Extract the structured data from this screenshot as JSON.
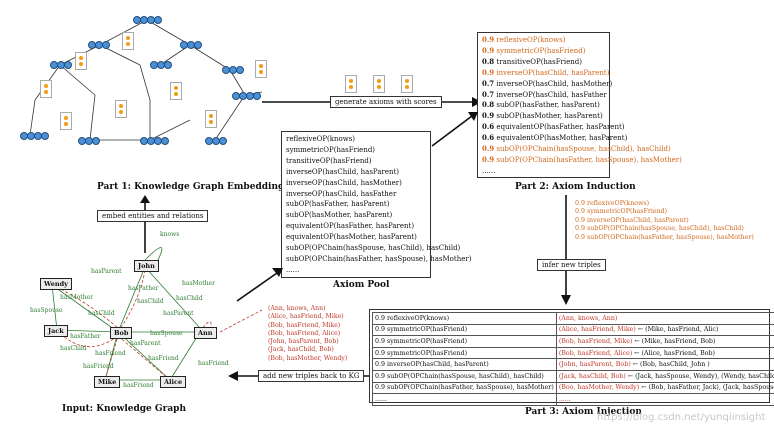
{
  "part1": {
    "title": "Part 1: Knowledge Graph Embedding"
  },
  "part2": {
    "title": "Part 2: Axiom Induction",
    "axioms": [
      {
        "score": "0.9",
        "text": "reflexiveOP(knows)",
        "highlight": true
      },
      {
        "score": "0.9",
        "text": "symmetricOP(hasFriend)",
        "highlight": true
      },
      {
        "score": "0.8",
        "text": "transitiveOP(hasFriend)",
        "highlight": false
      },
      {
        "score": "0.9",
        "text": "inverseOP(hasChild, hasParent)",
        "highlight": true
      },
      {
        "score": "0.7",
        "text": "inverseOP(hasChild, hasMother)",
        "highlight": false
      },
      {
        "score": "0.7",
        "text": "inverseOP(hasChild, hasFather",
        "highlight": false
      },
      {
        "score": "0.8",
        "text": "subOP(hasFather, hasParent)",
        "highlight": false
      },
      {
        "score": "0.9",
        "text": "subOP(hasMother, hasParent)",
        "highlight": false
      },
      {
        "score": "0.6",
        "text": "equivalentOP(hasFather, hasParent)",
        "highlight": false
      },
      {
        "score": "0.6",
        "text": "equivalentOP(hasMother, hasParent)",
        "highlight": false
      },
      {
        "score": "0.9",
        "text": "subOP(OPChain(hasSpouse, hasChild), hasChild)",
        "highlight": true
      },
      {
        "score": "0.9",
        "text": "subOP(OPChain(hasFather, hasSpouse), hasMother)",
        "highlight": true
      }
    ],
    "ellipsis": "......"
  },
  "axiom_pool": {
    "title": "Axiom Pool",
    "items": [
      "reflexiveOP(knows)",
      "symmetricOP(hasFriend)",
      "transitiveOP(hasFriend)",
      "inverseOP(hasChild, hasParent)",
      "inverseOP(hasChild, hasMother)",
      "inverseOP(hasChild, hasFather",
      "subOP(hasFather, hasParent)",
      "subOP(hasMother, hasParent)",
      "equivalentOP(hasFather, hasParent)",
      "equivalentOP(hasMother, hasParent)",
      "subOP(OPChain(hasSpouse, hasChild), hasChild)",
      "subOP(OPChain(hasFather, hasSpouse), hasMother)"
    ],
    "ellipsis": "......"
  },
  "selected_axioms": [
    "0.9 reflexiveOP(knows)",
    "0.9 symmetricOP(hasFriend)",
    "0.9 inverseOP(hasChild, hasParent)",
    "0.9 subOP(OPChain(hasSpouse, hasChild), hasChild)",
    "0.9 subOP(OPChain(hasFather, hasSpouse), hasMother)"
  ],
  "labels": {
    "generate": "generate axioms with scores",
    "embed": "embed entities and relations",
    "infer": "infer new triples",
    "add_back": "add new triples back to KG"
  },
  "part3": {
    "title": "Part 3: Axiom Injection",
    "rows": [
      {
        "axiom": "0.9 reflexiveOP(knows)",
        "triple": "(Ann, knows, Ann)",
        "evidence": ""
      },
      {
        "axiom": "0.9 symmetricOP(hasFriend)",
        "triple": "(Alice, hasFriend, Mike)",
        "evidence": "← (Mike, hasFriend, Alic)"
      },
      {
        "axiom": "0.9 symmetricOP(hasFriend)",
        "triple": "(Bob, hasFriend, Mike)",
        "evidence": "← (Mike, hasFriend, Bob)"
      },
      {
        "axiom": "0.9 symmetricOP(hasFriend)",
        "triple": "(Bob, hasFriend, Alice)",
        "evidence": "← (Alice, hasFriend, Bob)"
      },
      {
        "axiom": "0.9 inverseOP(hasChild, hasParent)",
        "triple": "(John, hasParent, Bob)",
        "evidence": "← (Bob, hasChild, John )"
      },
      {
        "axiom": "0.9 subOP(OPChain(hasSpouse, hasChild), hasChild)",
        "triple": "(Jack, hasChild, Bob)",
        "evidence": "← (Jack, hasSpouse, Wendy), (Wendy, hasChild, Bob)"
      },
      {
        "axiom": "0.9 subOP(OPChain(hasFather, hasSpouse), hasMother)",
        "triple": "(Boo, hasMother, Wendy)",
        "evidence": "← (Bob, hasFather, Jack), (Jack, hasSpouse, Wendy)"
      },
      {
        "axiom": "......",
        "triple": "......",
        "evidence": ""
      }
    ]
  },
  "new_triples": [
    "(Ann, knows, Ann)",
    "(Alice, hasFriend, Mike)",
    "(Bob, hasFriend, Mike)",
    "(Bob, hasFriend, Alice)",
    "(John, hasParent, Bob)",
    "(Jack, hasChild, Bob)",
    "(Bob, hasMother, Wendy)"
  ],
  "kg": {
    "title": "Input: Knowledge Graph",
    "nodes": {
      "wendy": "Wendy",
      "john": "John",
      "jack": "Jack",
      "bob": "Bob",
      "ann": "Ann",
      "mike": "Mike",
      "alice": "Alice"
    },
    "edge_labels": {
      "knows": "knows",
      "hasParent1": "hasParent",
      "hasParent2": "hasParent",
      "hasMother1": "hasMother",
      "hasMother2": "hasMother",
      "hasFather1": "hasFather",
      "hasFather2": "hasFather",
      "hasChild1": "hasChild",
      "hasChild2": "hasChild",
      "hasChild3": "hasChild",
      "hasSpouse1": "hasSpouse",
      "hasSpouse2": "hasSpouse",
      "hasFriend1": "hasFriend",
      "hasFriend2": "hasFriend",
      "hasFriend3": "hasFriend",
      "hasFriend4": "hasFriend",
      "hasFriend5": "hasFriend",
      "hasParent3": "hasParent"
    }
  },
  "watermark": "https://blog.csdn.net/yunqiinsight"
}
